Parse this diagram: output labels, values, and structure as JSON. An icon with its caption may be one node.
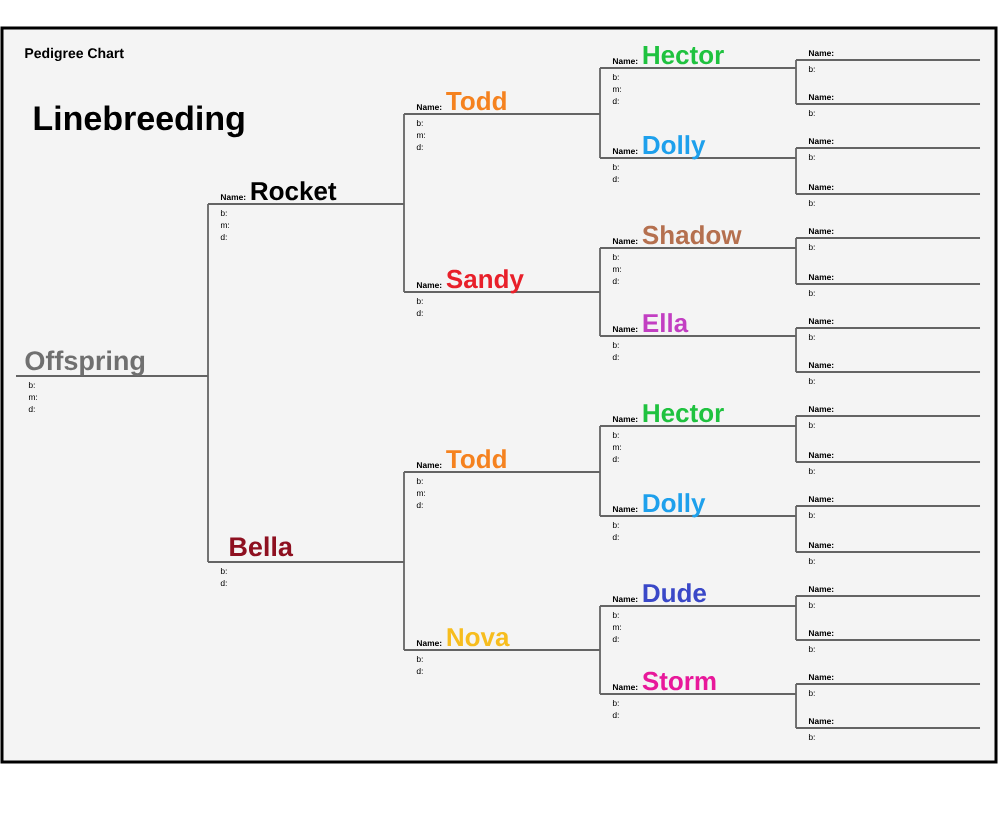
{
  "diagram": {
    "title": "Linebreeding",
    "nodes": [
      {
        "text": [
          "Offspring",
          "b:",
          "m:",
          "d:"
        ]
      },
      {
        "text": [
          "Name:",
          "Rocket",
          "b:",
          "m:",
          "d:"
        ]
      },
      {
        "text": [
          "Name:",
          "Todd",
          "b:",
          "m:",
          "d:"
        ]
      },
      {
        "text": [
          "Name:",
          "Hector",
          "b:",
          "m:",
          "d:"
        ]
      },
      {
        "text": [
          "Name:",
          "b:"
        ]
      },
      {
        "text": [
          "Name:",
          "b:"
        ]
      },
      {
        "text": [
          "Name:",
          "Dolly",
          "b:",
          "d:"
        ]
      },
      {
        "text": [
          "Name:",
          "b:"
        ]
      },
      {
        "text": [
          "Name:",
          "b:"
        ]
      },
      {
        "text": [
          "Name:",
          "Sandy",
          "b:",
          "d:"
        ]
      },
      {
        "text": [
          "Name:",
          "Shadow",
          "b:",
          "m:",
          "d:"
        ]
      },
      {
        "text": [
          "Name:",
          "b:"
        ]
      },
      {
        "text": [
          "Name:",
          "b:"
        ]
      },
      {
        "text": [
          "Name:",
          "Ella",
          "b:",
          "d:"
        ]
      },
      {
        "text": [
          "Name:",
          "b:"
        ]
      },
      {
        "text": [
          "Name:",
          "b:"
        ]
      },
      {
        "text": [
          "Bella",
          "b:",
          "d:"
        ]
      },
      {
        "text": [
          "Name:",
          "Todd",
          "b:",
          "m:",
          "d:"
        ]
      },
      {
        "text": [
          "Name:",
          "Hector",
          "b:",
          "m:",
          "d:"
        ]
      },
      {
        "text": [
          "Name:",
          "b:"
        ]
      },
      {
        "text": [
          "Name:",
          "b:"
        ]
      },
      {
        "text": [
          "Name:",
          "Dolly",
          "b:",
          "d:"
        ]
      },
      {
        "text": [
          "Name:",
          "b:"
        ]
      },
      {
        "text": [
          "Name:",
          "b:"
        ]
      },
      {
        "text": [
          "Name:",
          "Nova",
          "b:",
          "d:"
        ]
      },
      {
        "text": [
          "Name:",
          "Dude",
          "b:",
          "m:",
          "d:"
        ]
      },
      {
        "text": [
          "Name:",
          "b:"
        ]
      },
      {
        "text": [
          "Name:",
          "b:"
        ]
      },
      {
        "text": [
          "Name:",
          "Storm",
          "b:",
          "d:"
        ]
      },
      {
        "text": [
          "Name:",
          "b:"
        ]
      },
      {
        "text": [
          "Name:",
          "b:"
        ]
      }
    ],
    "edges": [
      {
        "from": 0,
        "to": 1,
        "arrow": "none"
      },
      {
        "from": 0,
        "to": 16,
        "arrow": "none"
      },
      {
        "from": 1,
        "to": 2,
        "arrow": "none"
      },
      {
        "from": 1,
        "to": 9,
        "arrow": "none"
      },
      {
        "from": 2,
        "to": 3,
        "arrow": "none"
      },
      {
        "from": 2,
        "to": 6,
        "arrow": "none"
      },
      {
        "from": 3,
        "to": 4,
        "arrow": "none"
      },
      {
        "from": 3,
        "to": 5,
        "arrow": "none"
      },
      {
        "from": 6,
        "to": 7,
        "arrow": "none"
      },
      {
        "from": 6,
        "to": 8,
        "arrow": "none"
      },
      {
        "from": 9,
        "to": 10,
        "arrow": "none"
      },
      {
        "from": 9,
        "to": 13,
        "arrow": "none"
      },
      {
        "from": 10,
        "to": 11,
        "arrow": "none"
      },
      {
        "from": 10,
        "to": 12,
        "arrow": "none"
      },
      {
        "from": 13,
        "to": 14,
        "arrow": "none"
      },
      {
        "from": 13,
        "to": 15,
        "arrow": "none"
      },
      {
        "from": 16,
        "to": 17,
        "arrow": "none"
      },
      {
        "from": 16,
        "to": 24,
        "arrow": "none"
      },
      {
        "from": 17,
        "to": 18,
        "arrow": "none"
      },
      {
        "from": 17,
        "to": 21,
        "arrow": "none"
      },
      {
        "from": 18,
        "to": 19,
        "arrow": "none"
      },
      {
        "from": 18,
        "to": 20,
        "arrow": "none"
      },
      {
        "from": 21,
        "to": 22,
        "arrow": "none"
      },
      {
        "from": 21,
        "to": 23,
        "arrow": "none"
      },
      {
        "from": 24,
        "to": 25,
        "arrow": "none"
      },
      {
        "from": 24,
        "to": 28,
        "arrow": "none"
      },
      {
        "from": 25,
        "to": 26,
        "arrow": "none"
      },
      {
        "from": 25,
        "to": 27,
        "arrow": "none"
      },
      {
        "from": 28,
        "to": 29,
        "arrow": "none"
      },
      {
        "from": 28,
        "to": 30,
        "arrow": "none"
      }
    ],
    "labels": [
      "Pedigree Chart"
    ]
  }
}
